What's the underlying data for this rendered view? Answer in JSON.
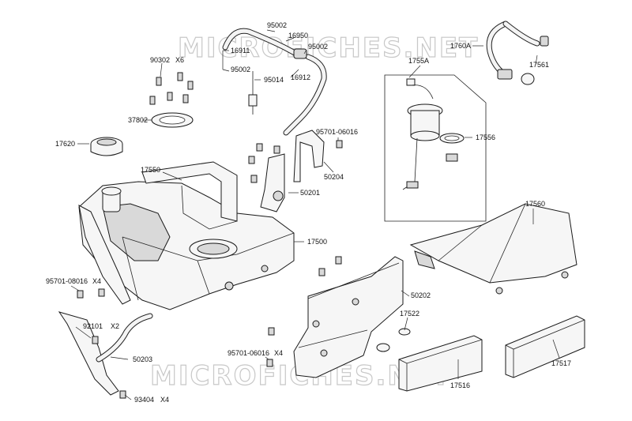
{
  "watermark": {
    "text": "MICROFICHES.NET"
  },
  "labels": {
    "p95002_top": "95002",
    "p16950": "16950",
    "p95002_right": "95002",
    "p16911": "16911",
    "p95002_left": "95002",
    "p95014": "95014",
    "p16912": "16912",
    "p90302": "90302",
    "p90302_qty": "X6",
    "p37802": "37802",
    "p17620": "17620",
    "p17550": "17550",
    "p1755A": "1755A",
    "p17556": "17556",
    "p1760A": "1760A",
    "p17561": "17561",
    "p95701_06016_top": "95701-06016",
    "p50204": "50204",
    "p50201": "50201",
    "p17500": "17500",
    "p17560": "17560",
    "p95701_08016": "95701-08016",
    "p95701_08016_qty": "X4",
    "p92101": "92101",
    "p92101_qty": "X2",
    "p50203": "50203",
    "p93404": "93404",
    "p93404_qty": "X4",
    "p95701_06016_bottom": "95701-06016",
    "p95701_06016_bottom_qty": "X4",
    "p50202": "50202",
    "p17522": "17522",
    "p17516": "17516",
    "p17517": "17517"
  }
}
